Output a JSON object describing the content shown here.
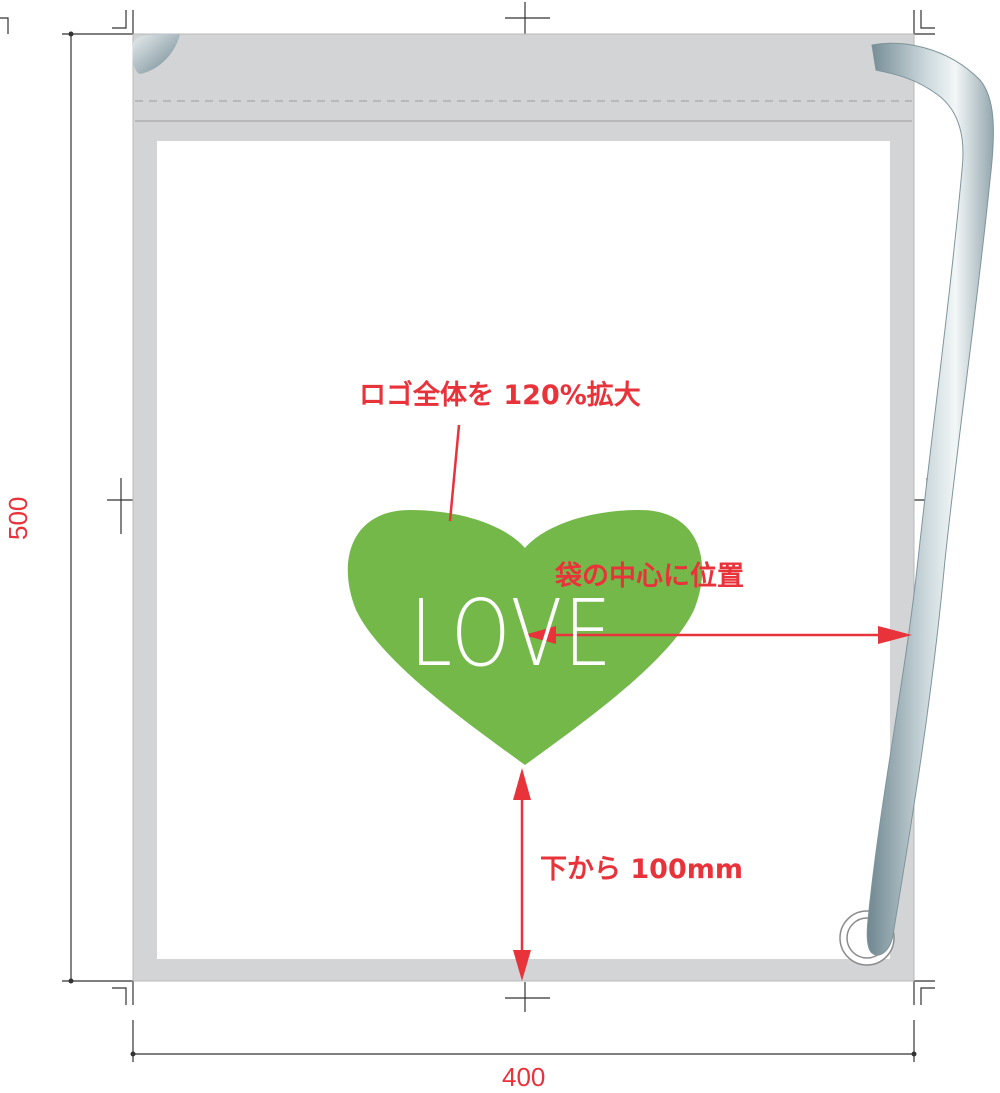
{
  "diagram": {
    "logo_text": "LOVE",
    "annotation_scale": "ロゴ全体を 120%拡大",
    "annotation_center": "袋の中心に位置",
    "annotation_bottom": "下から 100mm",
    "dimension_height": "500",
    "dimension_width": "400",
    "colors": {
      "heart": "#74b84a",
      "annotation": "#e8333a",
      "bag_frame": "#d3d4d6",
      "cord": "#8fa3aa"
    }
  }
}
